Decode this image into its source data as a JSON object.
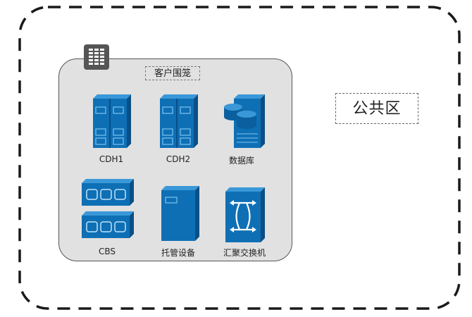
{
  "zone": {
    "name": "公共区"
  },
  "customer_cage": {
    "label": "客户围笼",
    "icon": "server-rack-icon"
  },
  "devices": [
    {
      "label": "CDH1",
      "icon": "dedicated-host-icon"
    },
    {
      "label": "CDH2",
      "icon": "dedicated-host-icon"
    },
    {
      "label": "数据库",
      "icon": "database-server-icon"
    },
    {
      "label": "CBS",
      "icon": "block-storage-icon"
    },
    {
      "label": "托管设备",
      "icon": "hosted-server-icon"
    },
    {
      "label": "汇聚交换机",
      "icon": "aggregation-switch-icon"
    }
  ],
  "colors": {
    "device_blue": "#0e6fb5",
    "device_dark": "#0a4f86",
    "device_light": "#3a98d8",
    "cage_fill": "#e1e1e1",
    "border": "#1a1a1a"
  }
}
